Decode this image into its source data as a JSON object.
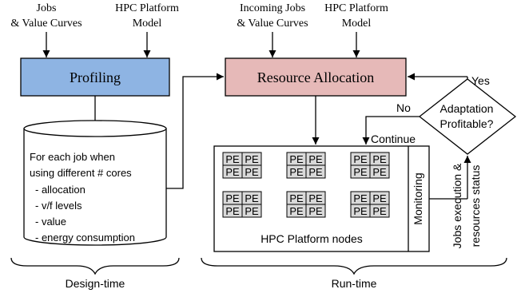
{
  "inputs": {
    "jobs_line1": "Jobs",
    "jobs_line2": "& Value Curves",
    "hpc_model_line1": "HPC Platform",
    "hpc_model_line2": "Model",
    "incoming_line1": "Incoming Jobs",
    "incoming_line2": "& Value Curves",
    "hpc_model2_line1": "HPC Platform",
    "hpc_model2_line2": "Model"
  },
  "profiling": {
    "label": "Profiling",
    "fill": "#8eb4e3"
  },
  "database": {
    "line1": "For each job when",
    "line2": "using different # cores",
    "items": [
      "- allocation",
      "- v/f levels",
      "- value",
      "- energy consumption"
    ]
  },
  "resource_allocation": {
    "label": "Resource Allocation",
    "fill": "#e6b9b8"
  },
  "decision": {
    "line1": "Adaptation",
    "line2": "Profitable?",
    "yes": "Yes",
    "no": "No",
    "continue": "Continue"
  },
  "platform": {
    "label": "HPC Platform nodes",
    "pe_label": "PE",
    "pe_fill": "#d9d9d9",
    "monitoring": "Monitoring"
  },
  "status": {
    "line1": "Jobs execution &",
    "line2": "resources status"
  },
  "phases": {
    "design": "Design-time",
    "run": "Run-time"
  }
}
